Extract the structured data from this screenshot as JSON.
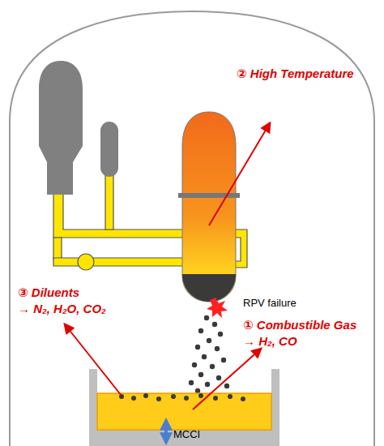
{
  "diagram": {
    "labels": [
      "② High Temperature",
      "③ Diluents",
      "→ N₂, H₂O, CO₂",
      "① Combustible Gas",
      "→ H₂, CO",
      "RPV failure",
      "MCCI"
    ]
  }
}
